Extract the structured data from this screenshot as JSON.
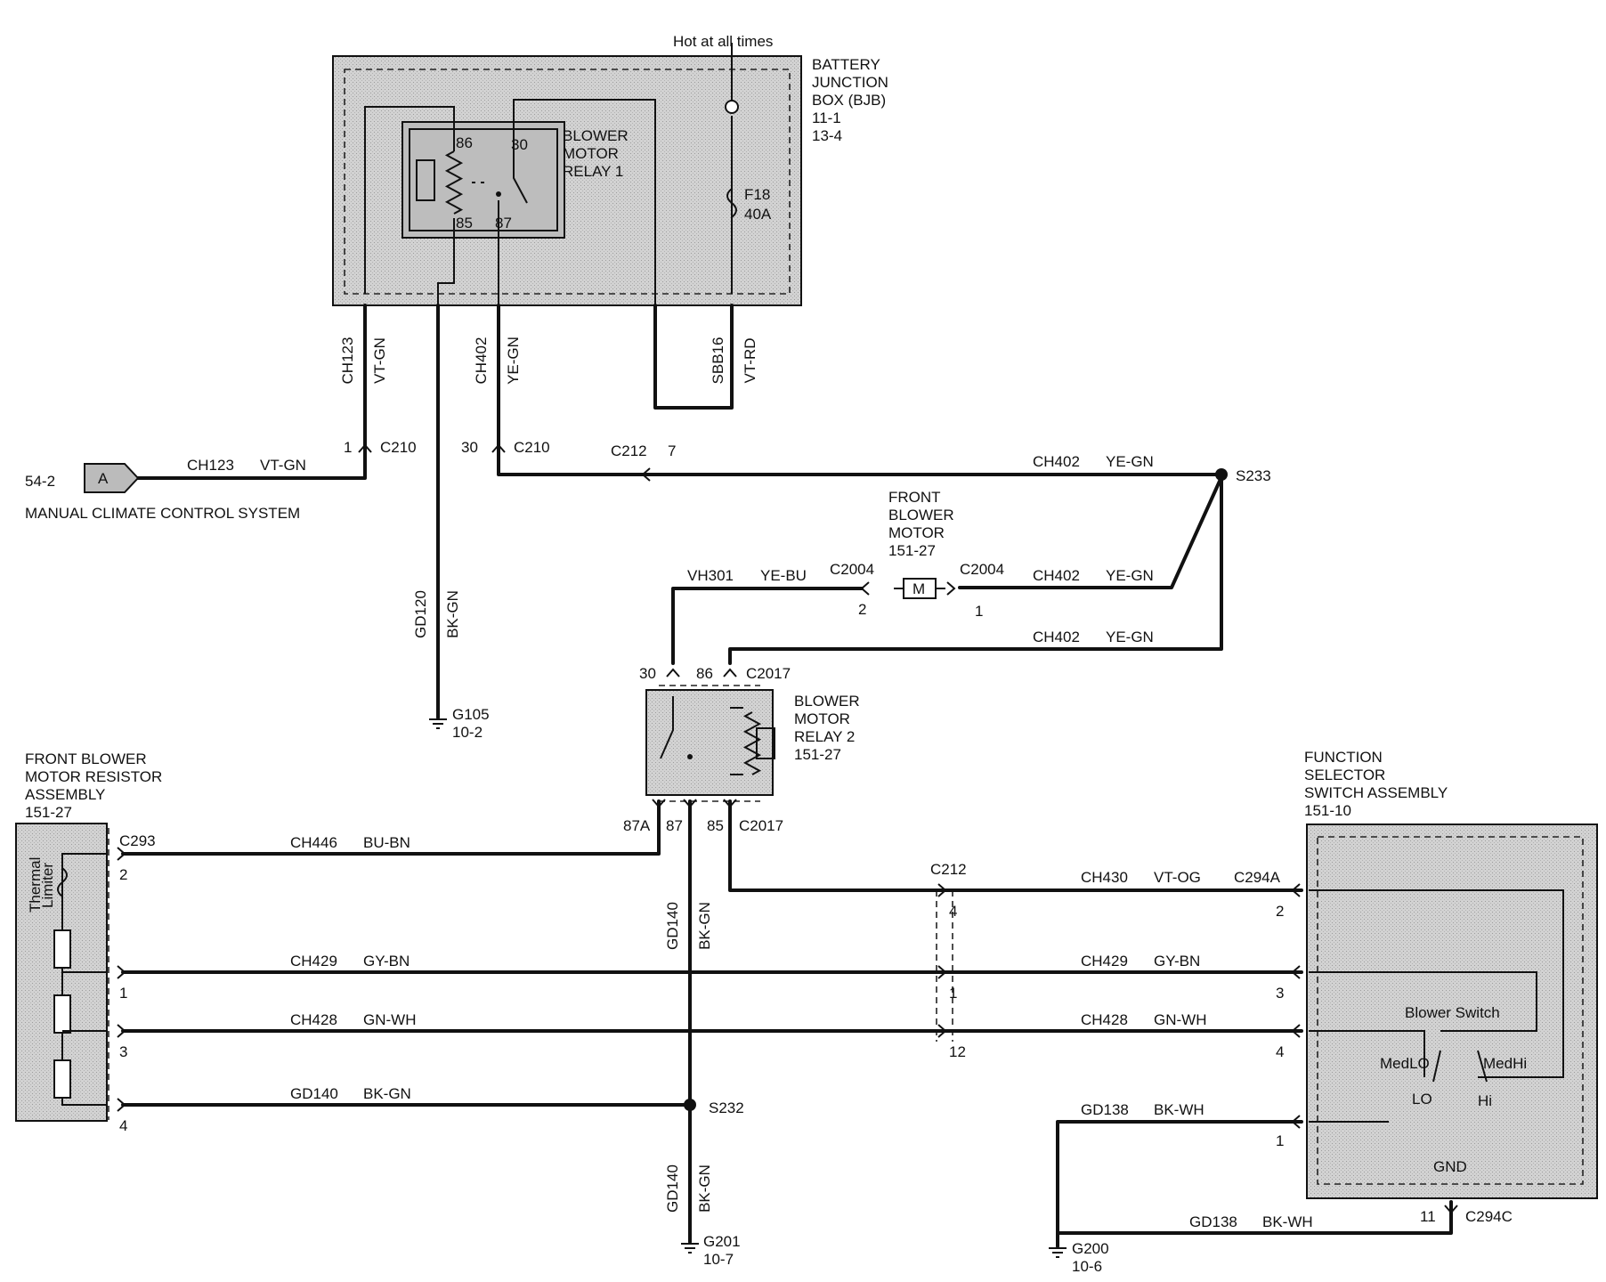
{
  "components": {
    "bjb": {
      "label": [
        "BATTERY",
        "JUNCTION",
        "BOX (BJB)",
        "11-1",
        "13-4"
      ]
    },
    "hot": "Hot at all times",
    "relay1": {
      "label": [
        "BLOWER",
        "MOTOR",
        "RELAY 1"
      ],
      "pins": [
        "86",
        "30",
        "85",
        "87"
      ]
    },
    "fuse": {
      "name": "F18",
      "rating": "40A"
    },
    "relay2": {
      "label": [
        "BLOWER",
        "MOTOR",
        "RELAY 2",
        "151-27"
      ],
      "pins_top": [
        "30",
        "86"
      ],
      "pins_bottom": [
        "87A",
        "87",
        "85"
      ]
    },
    "motor": {
      "label": [
        "FRONT",
        "BLOWER",
        "MOTOR",
        "151-27"
      ],
      "symbol": "M"
    },
    "resistor": {
      "label": [
        "FRONT BLOWER",
        "MOTOR RESISTOR",
        "ASSEMBLY",
        "151-27"
      ],
      "limiter": [
        "Thermal",
        "Limiter"
      ]
    },
    "selector": {
      "label": [
        "FUNCTION",
        "SELECTOR",
        "SWITCH ASSEMBLY",
        "151-10"
      ],
      "switch_label": "Blower Switch",
      "positions": [
        "MedLO",
        "MedHi",
        "LO",
        "Hi"
      ],
      "gnd": "GND"
    },
    "mccs": {
      "ref": "54-2",
      "tag": "A",
      "label": "MANUAL CLIMATE CONTROL SYSTEM"
    }
  },
  "connectors": {
    "c210": "C210",
    "c212": "C212",
    "c212_pin": "7",
    "c2004": "C2004",
    "c2017": "C2017",
    "c293": "C293",
    "c294a": "C294A",
    "c294c": "C294C"
  },
  "splices": [
    "S233",
    "S232"
  ],
  "grounds": [
    {
      "id": "G105",
      "ref": "10-2"
    },
    {
      "id": "G201",
      "ref": "10-7"
    },
    {
      "id": "G200",
      "ref": "10-6"
    }
  ],
  "wires": [
    {
      "circuit": "CH123",
      "color": "VT-GN"
    },
    {
      "circuit": "CH402",
      "color": "YE-GN"
    },
    {
      "circuit": "SBB16",
      "color": "VT-RD"
    },
    {
      "circuit": "GD120",
      "color": "BK-GN"
    },
    {
      "circuit": "VH301",
      "color": "YE-BU"
    },
    {
      "circuit": "CH446",
      "color": "BU-BN"
    },
    {
      "circuit": "CH430",
      "color": "VT-OG"
    },
    {
      "circuit": "CH429",
      "color": "GY-BN"
    },
    {
      "circuit": "CH428",
      "color": "GN-WH"
    },
    {
      "circuit": "GD140",
      "color": "BK-GN"
    },
    {
      "circuit": "GD138",
      "color": "BK-WH"
    }
  ],
  "pin_numbers": {
    "c210_a": "1",
    "c210_b": "30",
    "c2004_a": "2",
    "c2004_b": "1",
    "resistor": [
      "2",
      "1",
      "3",
      "4"
    ],
    "c212": [
      "4",
      "1",
      "12"
    ],
    "selector": [
      "2",
      "3",
      "4",
      "1"
    ],
    "c294c": "11"
  }
}
